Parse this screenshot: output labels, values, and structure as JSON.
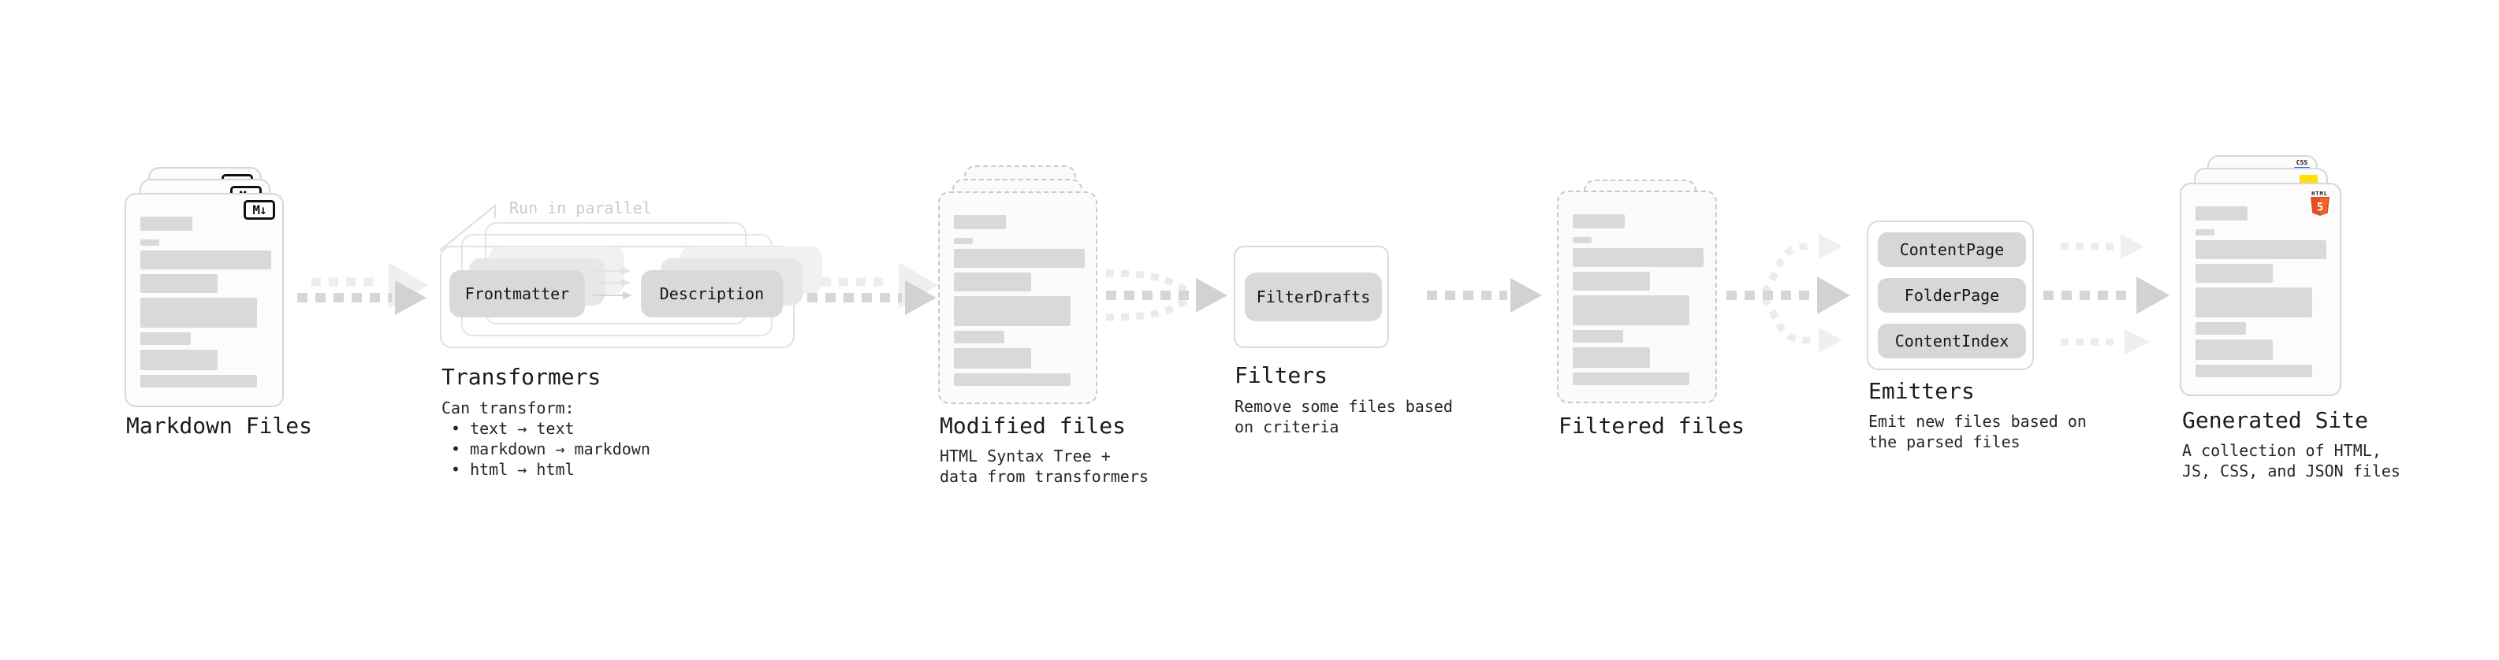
{
  "stages": {
    "markdown": {
      "label": "Markdown Files",
      "badge": "M↓"
    },
    "transformers": {
      "label": "Transformers",
      "annotation": "Run in parallel",
      "pills": [
        "Frontmatter",
        "Description"
      ],
      "desc_title": "Can transform:",
      "bullets": [
        "• text → text",
        "• markdown → markdown",
        "• html → html"
      ]
    },
    "modified": {
      "label": "Modified files",
      "desc": "HTML Syntax Tree +\ndata from transformers"
    },
    "filters": {
      "label": "Filters",
      "pill": "FilterDrafts",
      "desc": "Remove some files based\non criteria"
    },
    "filtered": {
      "label": "Filtered files"
    },
    "emitters": {
      "label": "Emitters",
      "pills": [
        "ContentPage",
        "FolderPage",
        "ContentIndex"
      ],
      "desc": "Emit new files based on\nthe parsed files"
    },
    "generated": {
      "label": "Generated Site",
      "desc": "A collection of HTML,\nJS, CSS, and JSON files",
      "badges": {
        "css": "CSS",
        "html_text": "HTML",
        "html_number": "5"
      }
    }
  },
  "colors": {
    "html5_orange": "#e44d26",
    "html5_orange_light": "#f16529",
    "js_yellow": "#ffe000",
    "css_blue": "#2962f0",
    "skeleton_gray": "#d9d9d9",
    "arrow_gray": "#d2d2d2",
    "arrow_light": "#efefef"
  }
}
